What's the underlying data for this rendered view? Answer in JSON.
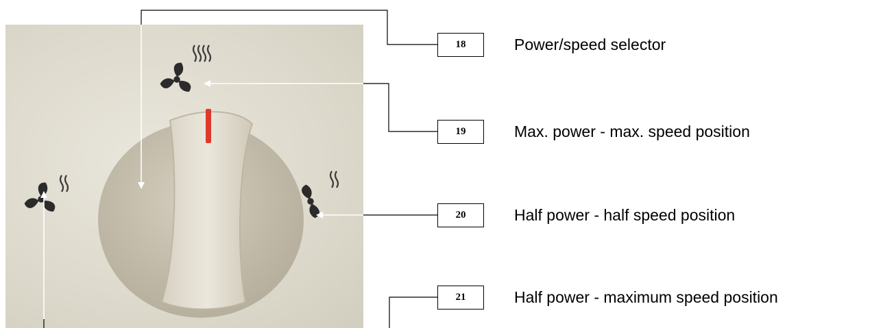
{
  "callouts": [
    {
      "number": "18",
      "description": "Power/speed selector"
    },
    {
      "number": "19",
      "description": "Max. power - max. speed position"
    },
    {
      "number": "20",
      "description": "Half power - half speed position"
    },
    {
      "number": "21",
      "description": "Half power - maximum speed position"
    }
  ],
  "photo": {
    "panel_color": "#dedacd",
    "knob_color": "#c8c1b0",
    "knob_grip_color": "#e2ddd0",
    "indicator_color": "#e0392b",
    "symbol_color": "#2b2b2b",
    "icons": [
      "fan-heat-max-icon",
      "fan-heat-half-icon",
      "fan-half-icon"
    ]
  }
}
